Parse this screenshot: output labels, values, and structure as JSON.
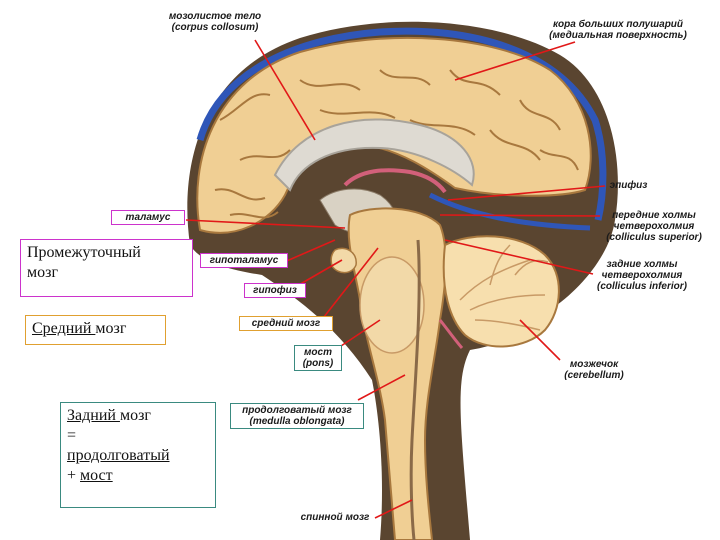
{
  "labels": {
    "corpus_callosum": [
      "мозолистое тело",
      "(corpus collosum)"
    ],
    "cortex": [
      "кора больших полушарий",
      "(медиальная поверхность)"
    ],
    "epiphysis": "эпифиз",
    "superior_colliculi": [
      "передние холмы",
      "четверохолмия",
      "(colliculus superior)"
    ],
    "inferior_colliculi": [
      "задние холмы",
      "четверохолмия",
      "(colliculus inferior)"
    ],
    "thalamus": "таламус",
    "hypothalamus": "гипоталамус",
    "hypophysis": "гипофиз",
    "midbrain_label": "средний мозг",
    "pons": [
      "мост",
      "(pons)"
    ],
    "cerebellum": [
      "мозжечок",
      "(cerebellum)"
    ],
    "medulla": [
      "продолговатый мозг",
      "(medulla oblongata)"
    ],
    "spinal_cord": "спинной мозг"
  },
  "regions": {
    "diencephalon": {
      "line1": "Промежуточный",
      "line2": "мозг"
    },
    "midbrain": {
      "underlined": "Средний ",
      "rest": "мозг"
    },
    "hindbrain": {
      "word1": "Задний ",
      "word2": "мозг",
      "line2": "=",
      "line3": "продолговатый",
      "plus": "+ ",
      "line4": "мост"
    }
  },
  "colors": {
    "tissue": "#f0cf94",
    "tissue_light": "#f7dfae",
    "fold_line": "#a8783e",
    "cavity": "#5a4530",
    "vein": "#2f56b8",
    "arrow": "#e11818",
    "ventricle": "#d9d2c4",
    "vessels": "#d2607a"
  }
}
